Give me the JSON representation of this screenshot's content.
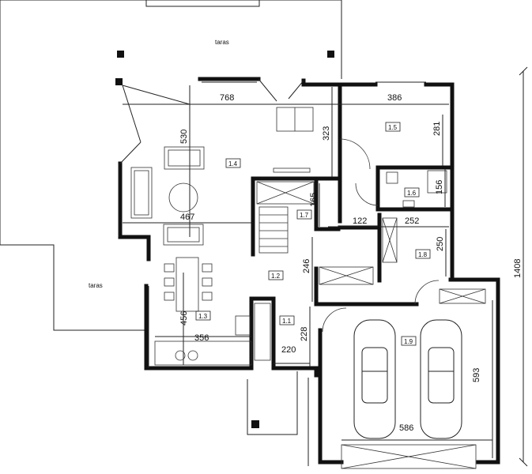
{
  "terrace_labels": {
    "top": "taras",
    "left": "taras"
  },
  "rooms": {
    "r11": "1.1",
    "r12": "1.2",
    "r13": "1.3",
    "r14": "1.4",
    "r15": "1.5",
    "r16": "1.6",
    "r17": "1.7",
    "r18": "1.8",
    "r19": "1.9"
  },
  "dimensions": {
    "d768": "768",
    "d386": "386",
    "d530": "530",
    "d323": "323",
    "d281": "281",
    "d156": "156",
    "d467": "467",
    "d165": "165",
    "d122": "122",
    "d252": "252",
    "d250": "250",
    "d246": "246",
    "d456": "456",
    "d356": "356",
    "d228": "228",
    "d220": "220",
    "d593": "593",
    "d586": "586",
    "d1408": "1408"
  },
  "colors": {
    "wall": "#111111",
    "line": "#222222",
    "light": "#888888"
  }
}
